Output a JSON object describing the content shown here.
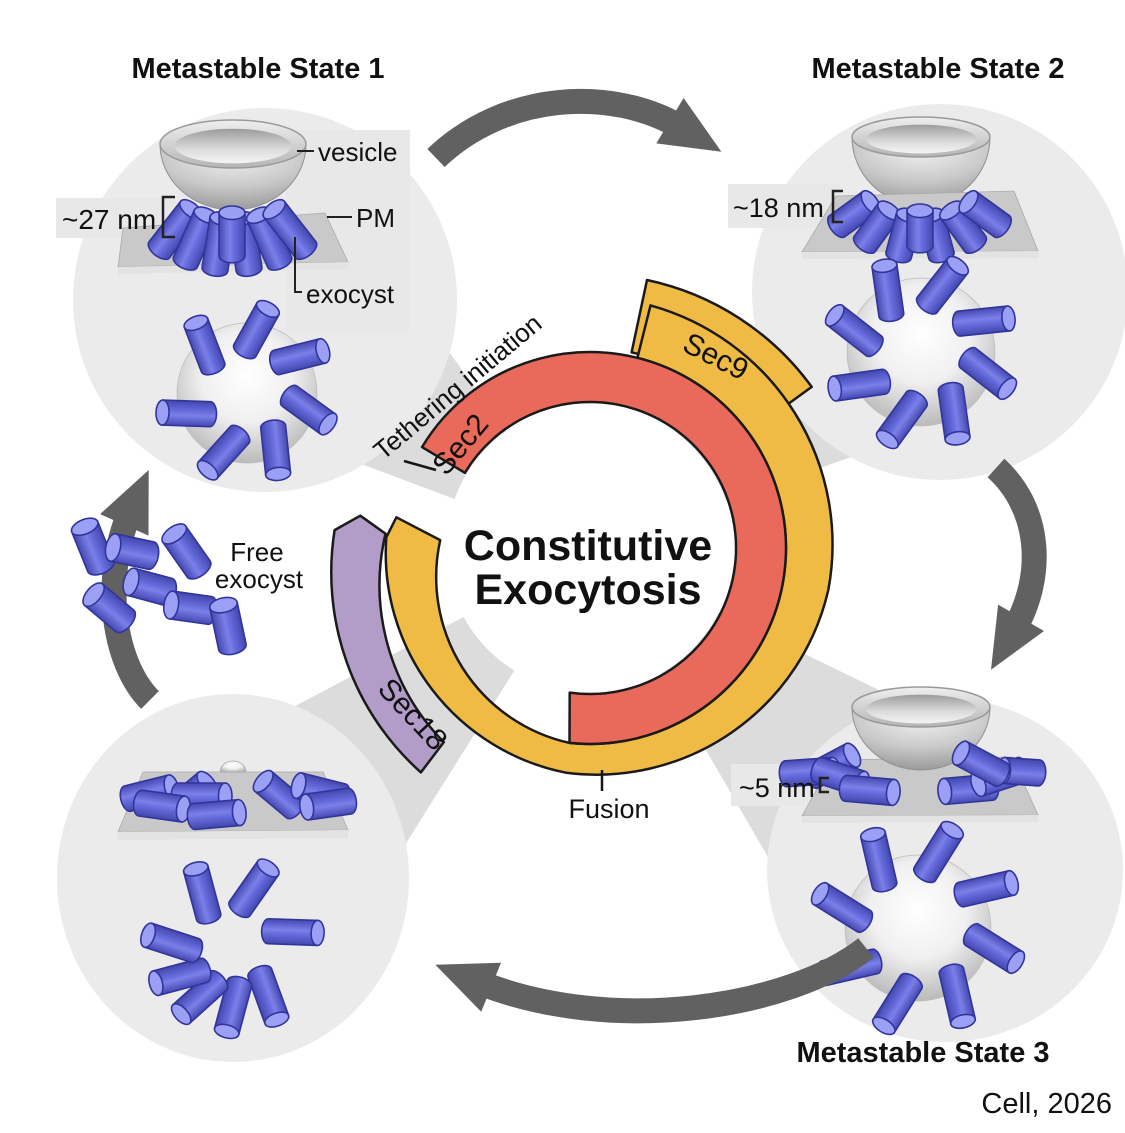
{
  "figure": {
    "center": {
      "line1": "Constitutive",
      "line2": "Exocytosis"
    },
    "ring": {
      "sec2": "Sec2",
      "sec9": "Sec9",
      "sec18": "Sec18",
      "tethering_label": "Tethering initiation",
      "fusion_label": "Fusion"
    },
    "states": {
      "state1": {
        "title": "Metastable State 1",
        "distance": "~27 nm",
        "vesicle_label": "vesicle",
        "pm_label": "PM",
        "exocyst_label": "exocyst"
      },
      "state2": {
        "title": "Metastable State 2",
        "distance": "~18 nm"
      },
      "state3": {
        "title": "Metastable State 3",
        "distance": "~5 nm"
      },
      "free": {
        "line1": "Free",
        "line2": "exocyst"
      }
    },
    "credit": "Cell, 2026",
    "colors": {
      "sec2": "#E96A5A",
      "sec9": "#EFBB45",
      "sec18": "#B29DC8",
      "exocyst": "#5A5FD8",
      "arrow": "#616161",
      "cone": "#DCDCDC",
      "halo": "#EBEBEB",
      "panel": "#E8E8E8"
    }
  }
}
